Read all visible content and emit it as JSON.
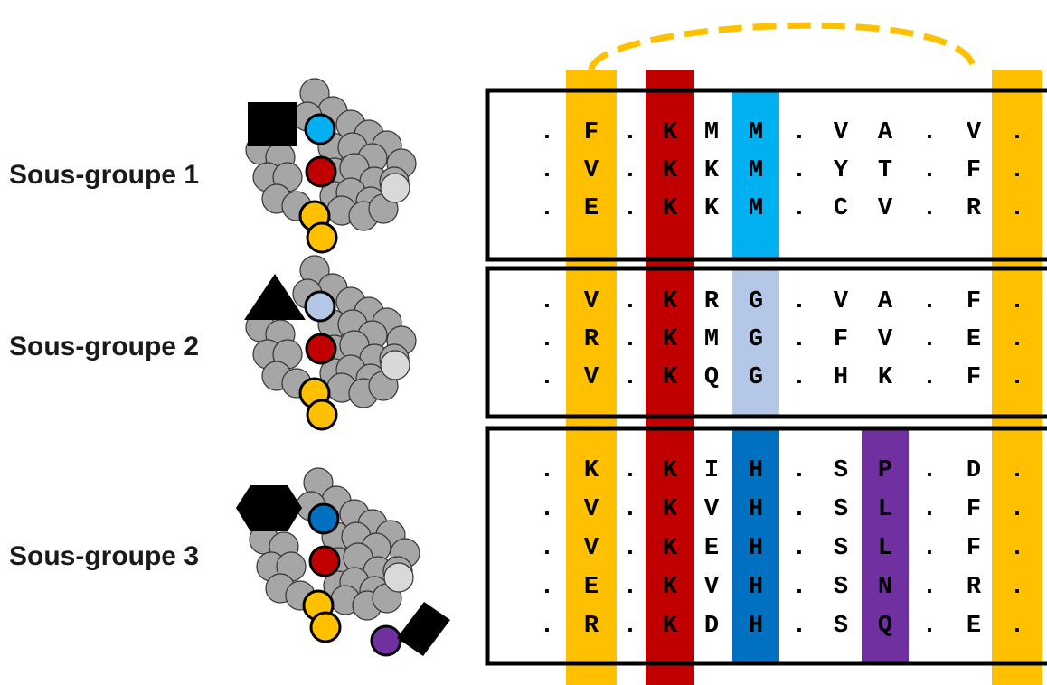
{
  "colors": {
    "yellow": "#ffc000",
    "red": "#c00000",
    "cyan": "#00b0f0",
    "lightblue": "#b4c7e7",
    "blue": "#0070c0",
    "purple": "#7030a0",
    "grey": "#a6a6a6",
    "lightgrey": "#d9d9d9"
  },
  "highlight_columns": [
    {
      "col": 1,
      "color": "yellow",
      "groups": [
        0,
        1,
        2
      ]
    },
    {
      "col": 3,
      "color": "red",
      "groups": [
        0,
        1,
        2
      ]
    },
    {
      "col": 11,
      "color": "yellow",
      "groups": [
        0,
        1,
        2
      ]
    },
    {
      "col": 5,
      "color": "cyan",
      "groups": [
        0
      ]
    },
    {
      "col": 5,
      "color": "lightblue",
      "groups": [
        1
      ]
    },
    {
      "col": 5,
      "color": "blue",
      "groups": [
        2
      ]
    },
    {
      "col": 8,
      "color": "purple",
      "groups": [
        2
      ]
    }
  ],
  "groups": [
    {
      "label": "Sous-groupe 1",
      "shape": "square",
      "accent_color": "cyan",
      "rows": [
        [
          ".",
          "F",
          ".",
          "K",
          "M",
          "M",
          ".",
          "V",
          "A",
          ".",
          "V",
          "."
        ],
        [
          ".",
          "V",
          ".",
          "K",
          "K",
          "M",
          ".",
          "Y",
          "T",
          ".",
          "F",
          "."
        ],
        [
          ".",
          "E",
          ".",
          "K",
          "K",
          "M",
          ".",
          "C",
          "V",
          ".",
          "R",
          "."
        ]
      ]
    },
    {
      "label": "Sous-groupe 2",
      "shape": "triangle",
      "accent_color": "lightblue",
      "rows": [
        [
          ".",
          "V",
          ".",
          "K",
          "R",
          "G",
          ".",
          "V",
          "A",
          ".",
          "F",
          "."
        ],
        [
          ".",
          "R",
          ".",
          "K",
          "M",
          "G",
          ".",
          "F",
          "V",
          ".",
          "E",
          "."
        ],
        [
          ".",
          "V",
          ".",
          "K",
          "Q",
          "G",
          ".",
          "H",
          "K",
          ".",
          "F",
          "."
        ]
      ]
    },
    {
      "label": "Sous-groupe 3",
      "shape": "hexagon",
      "accent_color": "blue",
      "rows": [
        [
          ".",
          "K",
          ".",
          "K",
          "I",
          "H",
          ".",
          "S",
          "P",
          ".",
          "D",
          "."
        ],
        [
          ".",
          "V",
          ".",
          "K",
          "V",
          "H",
          ".",
          "S",
          "L",
          ".",
          "F",
          "."
        ],
        [
          ".",
          "V",
          ".",
          "K",
          "E",
          "H",
          ".",
          "S",
          "L",
          ".",
          "F",
          "."
        ],
        [
          ".",
          "E",
          ".",
          "K",
          "V",
          "H",
          ".",
          "S",
          "N",
          ".",
          "R",
          "."
        ],
        [
          ".",
          "R",
          ".",
          "K",
          "D",
          "H",
          ".",
          "S",
          "Q",
          ".",
          "E",
          "."
        ]
      ]
    }
  ]
}
